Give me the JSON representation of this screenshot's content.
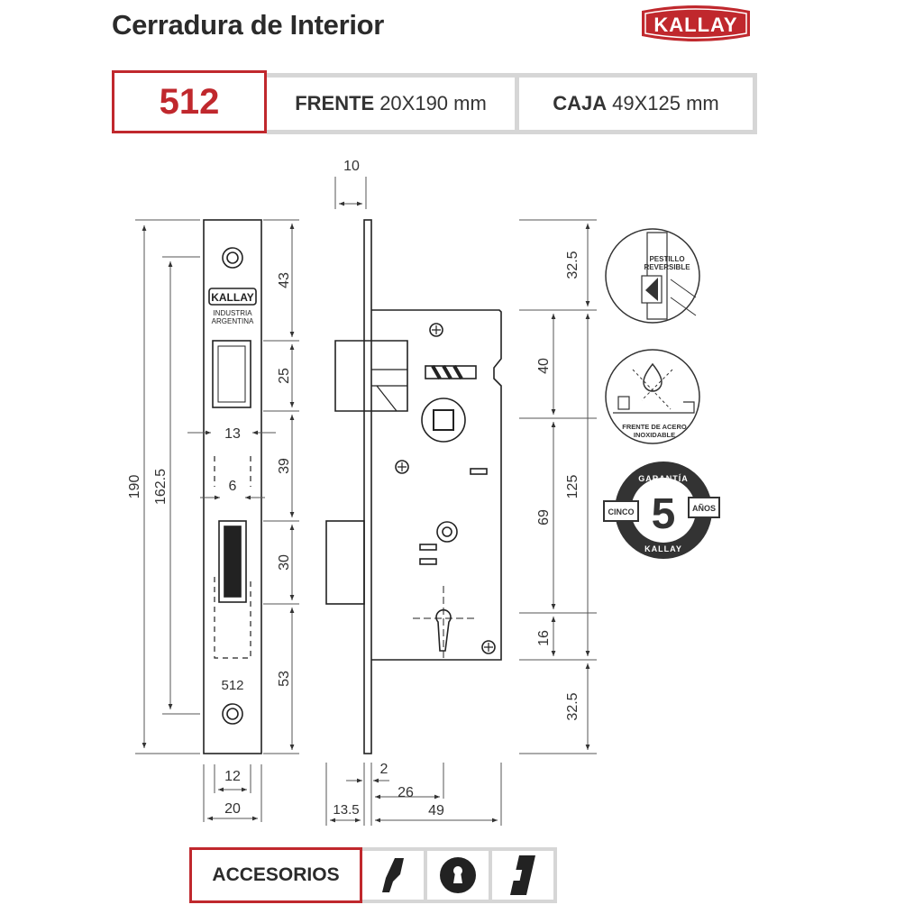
{
  "header": {
    "title": "Cerradura de Interior",
    "brand": "KALLAY",
    "brand_color": "#c0282d"
  },
  "specs": {
    "model": "512",
    "frente_label": "FRENTE",
    "frente_value": "20X190 mm",
    "caja_label": "CAJA",
    "caja_value": "49X125 mm"
  },
  "front_view": {
    "plate_brand": "KALLAY",
    "plate_text_1": "INDUSTRIA",
    "plate_text_2": "ARGENTINA",
    "plate_number": "512"
  },
  "dimensions": {
    "top_width": "10",
    "right_segments": [
      "43",
      "25",
      "39",
      "30",
      "53"
    ],
    "total_height": "190",
    "inner_height": "162.5",
    "latch_width": "13",
    "bolt_width": "6",
    "bottom_inner": "12",
    "bottom_outer": "20",
    "case_top": "32.5",
    "case_bottom": "32.5",
    "case_height": "125",
    "case_seg_40": "40",
    "case_seg_69": "69",
    "case_seg_16": "16",
    "bottom_2": "2",
    "bottom_26": "26",
    "bottom_135": "13.5",
    "bottom_49": "49"
  },
  "badges": {
    "reversible_1": "PESTILLO",
    "reversible_2": "REVERSIBLE",
    "steel_1": "FRENTE DE ACERO",
    "steel_2": "INOXIDABLE",
    "warranty_top": "GARANTÍA",
    "warranty_left": "CINCO",
    "warranty_number": "5",
    "warranty_right": "AÑOS",
    "warranty_bottom": "KALLAY"
  },
  "accessories": {
    "label": "ACCESORIOS",
    "items": [
      "handle-icon",
      "keyhole-icon",
      "strike-plate-icon"
    ]
  }
}
